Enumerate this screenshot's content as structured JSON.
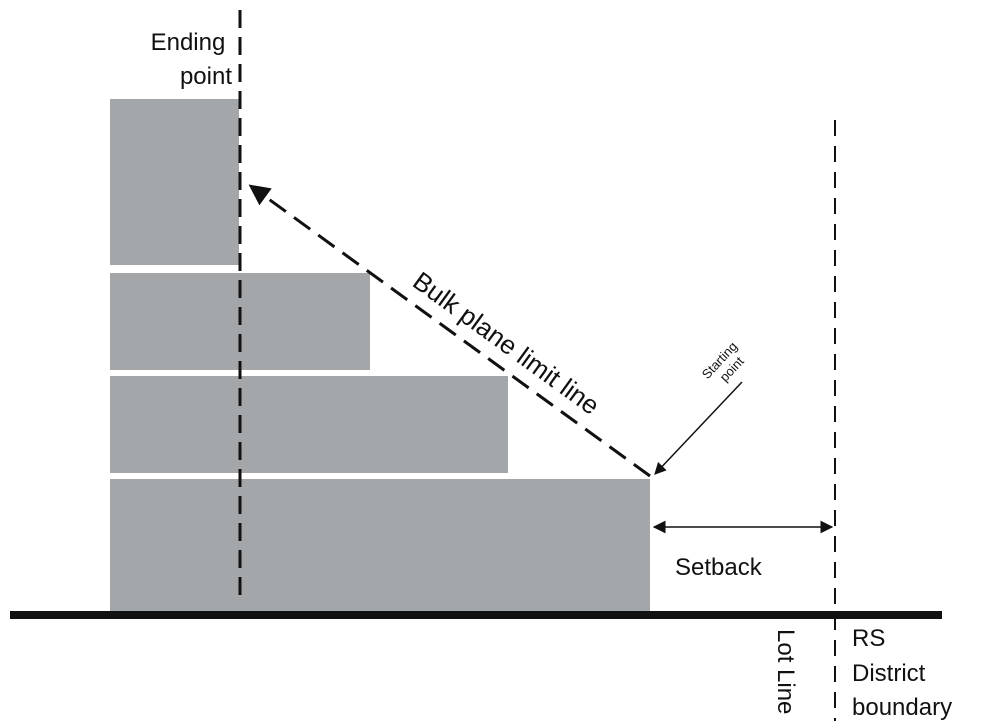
{
  "labels": {
    "ending_point": [
      "Ending",
      "point"
    ],
    "starting_point": [
      "Starting",
      "point"
    ],
    "bulk_plane": "Bulk plane limit line",
    "setback": "Setback",
    "lot_line": "Lot Line",
    "rs_district": [
      "RS",
      "District",
      "boundary"
    ]
  },
  "colors": {
    "building": "#a4a7aa",
    "lines": "#111111",
    "background": "#ffffff"
  }
}
